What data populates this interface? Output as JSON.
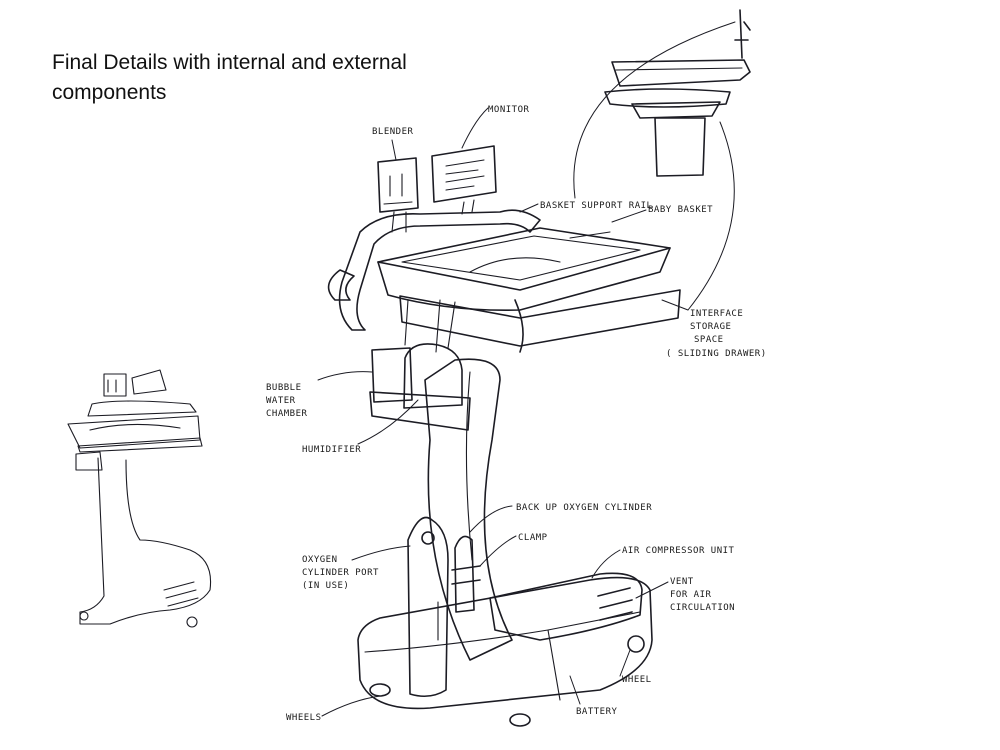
{
  "title": "Final Details with internal and external components",
  "labels": {
    "blender": "BLENDER",
    "monitor": "MONITOR",
    "basket_rail": "BASKET SUPPORT RAIL",
    "baby_basket": "BABY BASKET",
    "interface_1": "INTERFACE",
    "interface_2": "STORAGE",
    "interface_3": "SPACE",
    "interface_4": "( SLIDING DRAWER)",
    "bubble_1": "BUBBLE",
    "bubble_2": "WATER",
    "bubble_3": "CHAMBER",
    "humidifier": "HUMIDIFIER",
    "backup_oxygen": "BACK UP OXYGEN CYLINDER",
    "clamp": "CLAMP",
    "oxygen_port_1": "OXYGEN",
    "oxygen_port_2": "CYLINDER PORT",
    "oxygen_port_3": "(IN USE)",
    "air_compressor": "AIR COMPRESSOR UNIT",
    "vent_1": "VENT",
    "vent_2": "FOR AIR",
    "vent_3": "CIRCULATION",
    "wheel": "WHEEL",
    "battery": "BATTERY",
    "wheels": "WHEELS"
  },
  "colors": {
    "ink": "#1c1c24",
    "shade_blue": "#c9cbe6",
    "shade_violet": "#b7b4d8",
    "shade_gray": "#d8d8e2",
    "highlight_pink": "#f2d6e4"
  }
}
